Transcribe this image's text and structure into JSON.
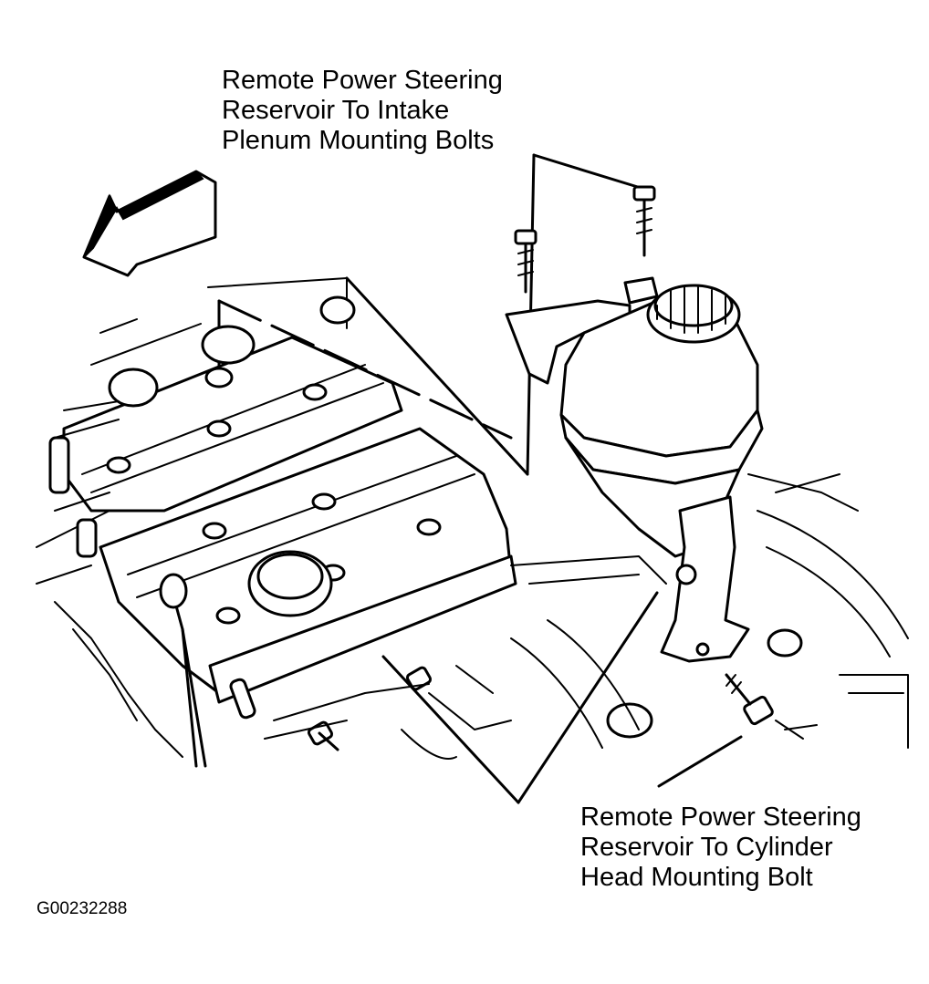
{
  "callouts": {
    "top": {
      "line1": "Remote Power Steering",
      "line2": "Reservoir To Intake",
      "line3": "Plenum Mounting Bolts"
    },
    "bottom": {
      "line1": "Remote Power Steering",
      "line2": "Reservoir To Cylinder",
      "line3": "Head Mounting Bolt"
    }
  },
  "figure_code": "G00232288",
  "colors": {
    "ink": "#000000",
    "paper": "#ffffff"
  }
}
